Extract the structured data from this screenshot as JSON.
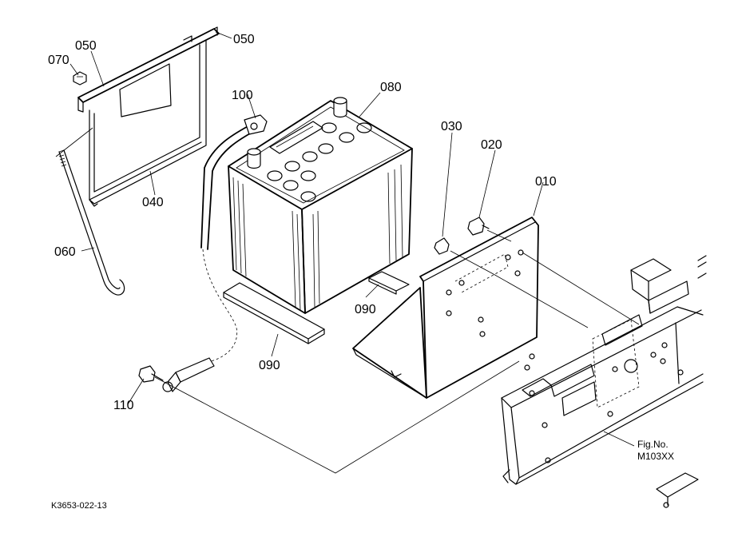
{
  "parts": [
    {
      "id": "p010",
      "label": "010"
    },
    {
      "id": "p020",
      "label": "020"
    },
    {
      "id": "p030",
      "label": "030"
    },
    {
      "id": "p040",
      "label": "040"
    },
    {
      "id": "p050a",
      "label": "050"
    },
    {
      "id": "p050b",
      "label": "050"
    },
    {
      "id": "p060",
      "label": "060"
    },
    {
      "id": "p070",
      "label": "070"
    },
    {
      "id": "p080",
      "label": "080"
    },
    {
      "id": "p090a",
      "label": "090"
    },
    {
      "id": "p090b",
      "label": "090"
    },
    {
      "id": "p100",
      "label": "100"
    },
    {
      "id": "p110",
      "label": "110"
    }
  ],
  "figure": {
    "fig_label": "Fig.No.",
    "fig_number": "M103XX",
    "drawing_code": "K3653-022-13"
  }
}
